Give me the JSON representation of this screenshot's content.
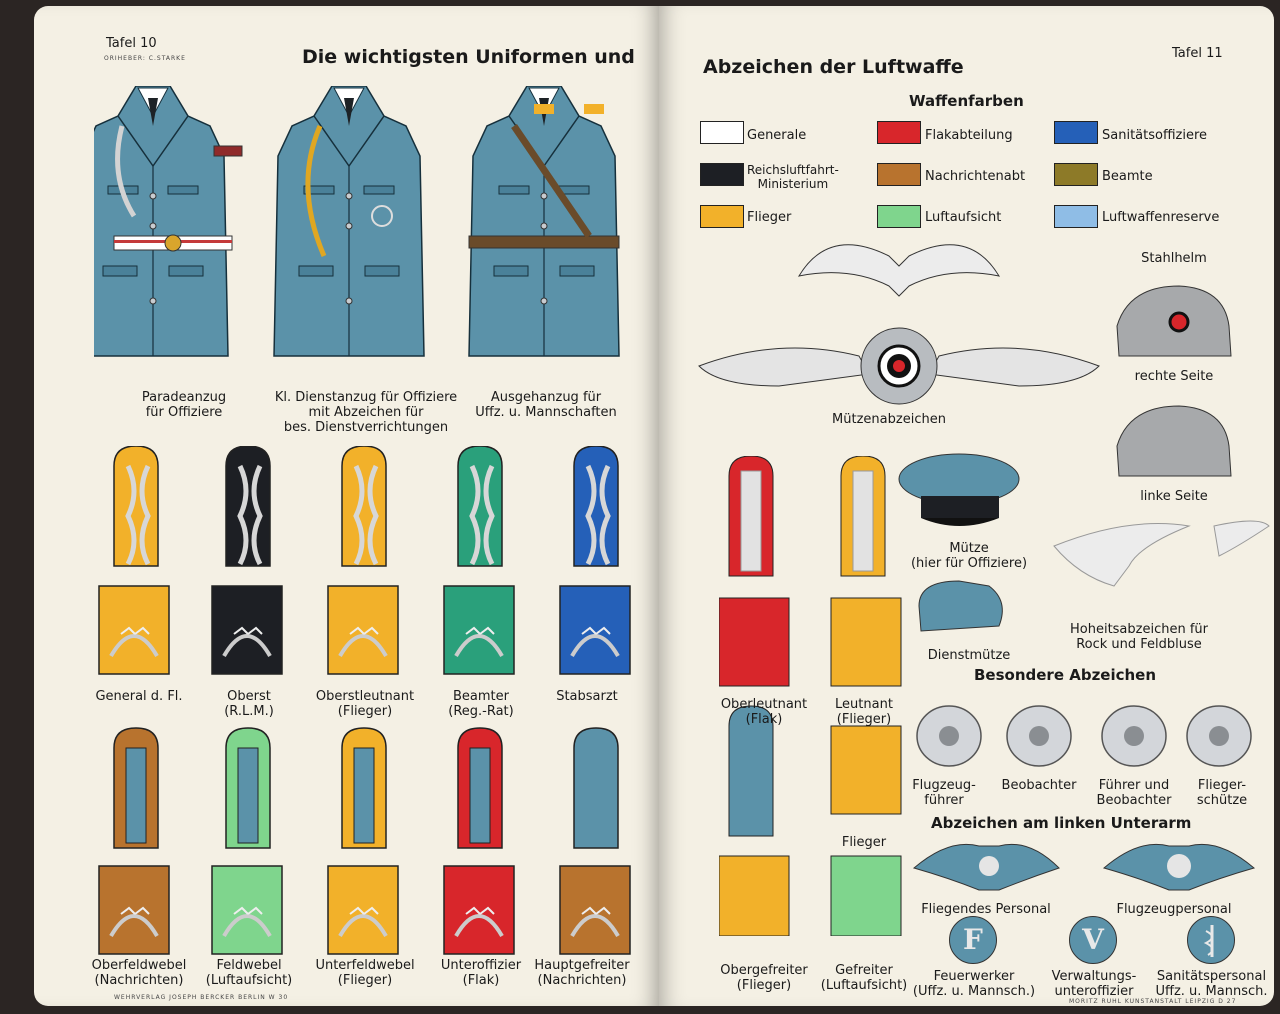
{
  "left_page": {
    "tafel": "Tafel 10",
    "printer_note": "ORIHEBER: C.STARKE",
    "title": "Die wichtigsten Uniformen und",
    "uniforms": [
      {
        "l1": "Paradeanzug",
        "l2": "für Offiziere",
        "l3": ""
      },
      {
        "l1": "Kl. Dienstanzug für Offiziere",
        "l2": "mit Abzeichen für",
        "l3": "bes. Dienstverrichtungen"
      },
      {
        "l1": "Ausgehanzug für",
        "l2": "Uffz. u. Mannschaften",
        "l3": ""
      }
    ],
    "ranks_row1": [
      {
        "l1": "General d. Fl.",
        "l2": ""
      },
      {
        "l1": "Oberst",
        "l2": "(R.L.M.)"
      },
      {
        "l1": "Oberstleutnant",
        "l2": "(Flieger)"
      },
      {
        "l1": "Beamter",
        "l2": "(Reg.-Rat)"
      },
      {
        "l1": "Stabsarzt",
        "l2": ""
      }
    ],
    "ranks_row2": [
      {
        "l1": "Oberfeldwebel",
        "l2": "(Nachrichten)"
      },
      {
        "l1": "Feldwebel",
        "l2": "(Luftaufsicht)"
      },
      {
        "l1": "Unterfeldwebel",
        "l2": "(Flieger)"
      },
      {
        "l1": "Unteroffizier",
        "l2": "(Flak)"
      },
      {
        "l1": "Hauptgefreiter",
        "l2": "(Nachrichten)"
      }
    ],
    "publisher": "WEHRVERLAG JOSEPH BERCKER BERLIN W 30"
  },
  "right_page": {
    "title": "Abzeichen der Luftwaffe",
    "tafel": "Tafel 11",
    "waffenfarben_heading": "Waffenfarben",
    "colors": [
      {
        "l1": "Generale",
        "l2": "",
        "color": "#ffffff"
      },
      {
        "l1": "Reichsluftfahrt-",
        "l2": "Ministerium",
        "color": "#1d1f24"
      },
      {
        "l1": "Flieger",
        "l2": "",
        "color": "#f2b12a"
      },
      {
        "l1": "Flakabteilung",
        "l2": "",
        "color": "#d8262b"
      },
      {
        "l1": "Nachrichtenabt",
        "l2": "",
        "color": "#b8732e"
      },
      {
        "l1": "Luftaufsicht",
        "l2": "",
        "color": "#7fd58d"
      },
      {
        "l1": "Sanitätsoffiziere",
        "l2": "",
        "color": "#2560b8"
      },
      {
        "l1": "Beamte",
        "l2": "",
        "color": "#8d7a28"
      },
      {
        "l1": "Luftwaffenreserve",
        "l2": "",
        "color": "#8fbde6"
      }
    ],
    "muetzenabzeichen": "Mützenabzeichen",
    "stahlhelm": "Stahlhelm",
    "rechte_seite": "rechte Seite",
    "linke_seite": "linke Seite",
    "muetze_l1": "Mütze",
    "muetze_l2": "(hier für Offiziere)",
    "dienstmuetze": "Dienstmütze",
    "hoheits_l1": "Hoheitsabzeichen für",
    "hoheits_l2": "Rock und Feldbluse",
    "ranks_row1": [
      {
        "l1": "Oberleutnant",
        "l2": "(Flak)"
      },
      {
        "l1": "Leutnant",
        "l2": "(Flieger)"
      }
    ],
    "flieger": "Flieger",
    "ranks_row2": [
      {
        "l1": "Obergefreiter",
        "l2": "(Flieger)"
      },
      {
        "l1": "Gefreiter",
        "l2": "(Luftaufsicht)"
      }
    ],
    "besondere_heading": "Besondere Abzeichen",
    "badges": [
      {
        "l1": "Flugzeug-",
        "l2": "führer"
      },
      {
        "l1": "Beobachter",
        "l2": ""
      },
      {
        "l1": "Führer und",
        "l2": "Beobachter"
      },
      {
        "l1": "Flieger-",
        "l2": "schütze"
      }
    ],
    "unterarm_heading": "Abzeichen am linken Unterarm",
    "fliegendes": "Fliegendes Personal",
    "flugzeugpersonal": "Flugzeugpersonal",
    "sleeve": [
      {
        "letter": "F",
        "l1": "Feuerwerker",
        "l2": "(Uffz. u. Mannsch.)"
      },
      {
        "letter": "V",
        "l1": "Verwaltungs-",
        "l2": "unteroffizier"
      },
      {
        "letter": "",
        "l1": "Sanitätspersonal",
        "l2": "Uffz. u. Mannsch."
      }
    ],
    "publisher": "MORITZ RUHL KUNSTANSTALT LEIPZIG D 27"
  }
}
